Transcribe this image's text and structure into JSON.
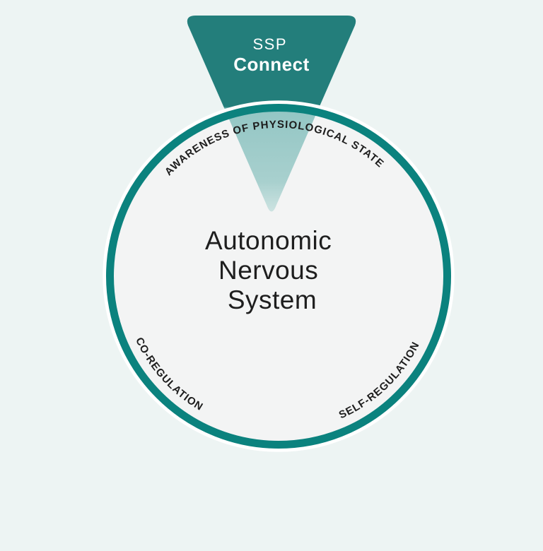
{
  "funnel": {
    "label_line1": "SSP",
    "label_line2": "Connect"
  },
  "circle": {
    "title_lines": [
      "Autonomic",
      "Nervous",
      "System"
    ],
    "arc_label_top": "AWARENESS OF PHYSIOLOGICAL STATE",
    "arc_label_bottom_left": "CO-REGULATION",
    "arc_label_bottom_right": "SELF-REGULATION"
  },
  "colors": {
    "background": "#edf4f3",
    "funnel_teal": "#237e7b",
    "funnel_fade_start": "#93c6c4",
    "funnel_fade_mid": "#a8d0ce",
    "funnel_fade_end": "#c6e0de",
    "circle_border": "#0b827e",
    "circle_fill": "#f3f4f4",
    "halo": "#ffffff",
    "funnel_text": "#ffffff",
    "label_text": "#1d1d1d",
    "title_text": "#1e1e1e"
  }
}
